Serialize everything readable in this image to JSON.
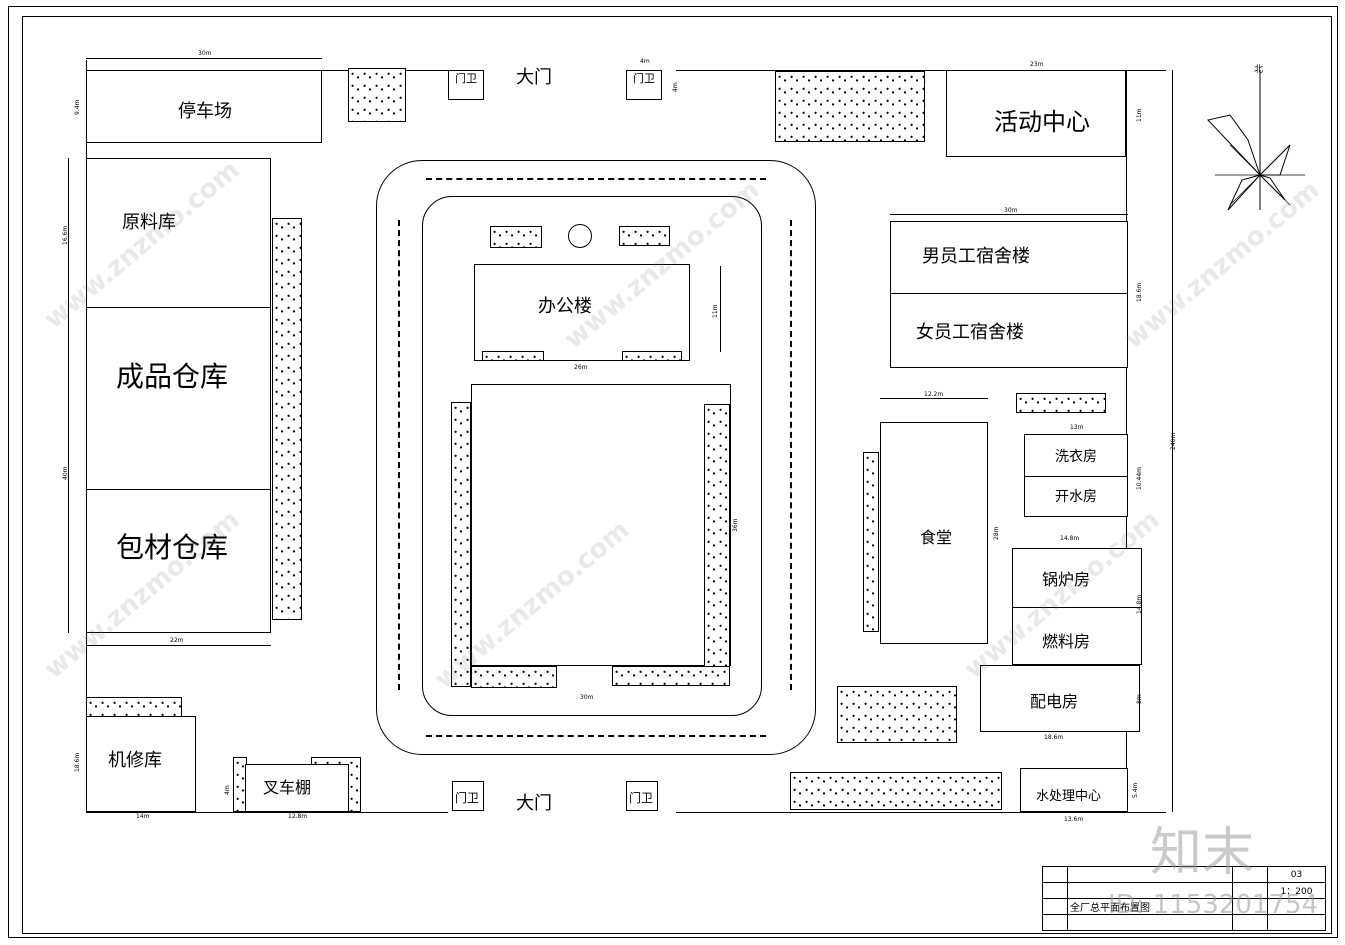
{
  "buildings": {
    "parking": "停车场",
    "raw_material": "原料库",
    "finished_goods": "成品仓库",
    "packaging": "包材仓库",
    "repair": "机修库",
    "forklift": "叉车棚",
    "office": "办公楼",
    "activity": "活动中心",
    "male_dorm": "男员工宿舍楼",
    "female_dorm": "女员工宿舍楼",
    "canteen": "食堂",
    "laundry": "洗衣房",
    "boiler_water": "开水房",
    "boiler": "锅炉房",
    "fuel": "燃料房",
    "power": "配电房",
    "water": "水处理中心"
  },
  "gates": {
    "gate_top": "大门",
    "gate_bottom": "大门",
    "guard_top_left": "门卫",
    "guard_top_right": "门卫",
    "guard_bottom_left": "门卫",
    "guard_bottom_right": "门卫"
  },
  "dims": {
    "parking_w": "30m",
    "parking_h": "9.4m",
    "raw_h": "16.6m",
    "warehouse_h": "40m",
    "warehouse_w": "22m",
    "office_w": "26m",
    "office_h": "11m",
    "plaza_w": "30m",
    "plaza_h": "36m",
    "activity_w": "23m",
    "activity_h": "11m",
    "dorm_w": "30m",
    "dorm_h": "18.6m",
    "canteen_w": "12.2m",
    "canteen_h": "28m",
    "laundry_w": "13m",
    "laundry_h": "10.44m",
    "boiler_w": "14.8m",
    "boiler_h": "14.8m",
    "power_w": "18.6m",
    "power_h": "8m",
    "water_w": "13.6m",
    "water_h": "5.4m",
    "repair_w": "14m",
    "repair_h": "18.6m",
    "forklift_w": "12.8m",
    "forklift_h": "4m",
    "guard_w": "4m",
    "guard_h": "4m",
    "site_h": "240m"
  },
  "compass": {
    "north": "北"
  },
  "title_block": {
    "drawing_title": "全厂总平面布置图",
    "sheet_no": "03",
    "scale": "1：200"
  },
  "watermark": {
    "site": "www.znzmo.com",
    "brand": "知末",
    "id": "ID: 1153201754"
  }
}
